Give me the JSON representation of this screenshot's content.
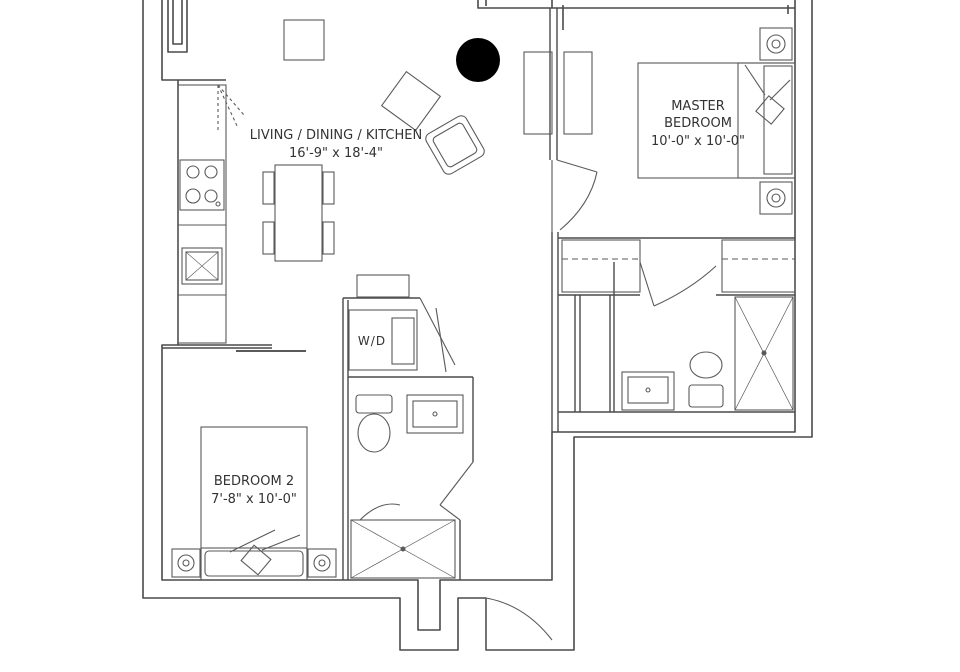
{
  "rooms": {
    "living": {
      "name": "LIVING / DINING / KITCHEN",
      "size": "16'-9\" x 18'-4\""
    },
    "master": {
      "name_line1": "MASTER",
      "name_line2": "BEDROOM",
      "size": "10'-0\" x 10'-0\""
    },
    "bedroom2": {
      "name": "BEDROOM 2",
      "size": "7'-8\" x 10'-0\""
    }
  },
  "fixtures": {
    "washer_dryer": "W/D"
  },
  "colors": {
    "wall": "#4a4a4a",
    "line": "#6a6a6a",
    "marker": "#000000",
    "background": "#ffffff"
  }
}
